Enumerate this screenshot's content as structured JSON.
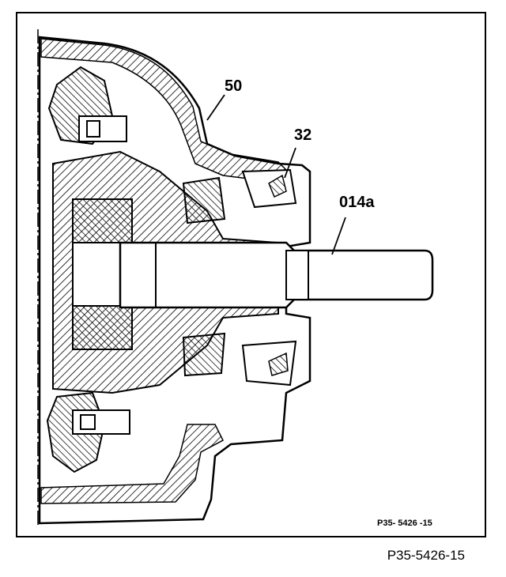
{
  "diagram": {
    "callouts": {
      "part_50": "50",
      "part_32": "32",
      "part_014a": "014a"
    },
    "inner_code": "P35- 5426 -15"
  },
  "figure_code": "P35-5426-15",
  "colors": {
    "ink": "#000000",
    "paper": "#ffffff"
  }
}
